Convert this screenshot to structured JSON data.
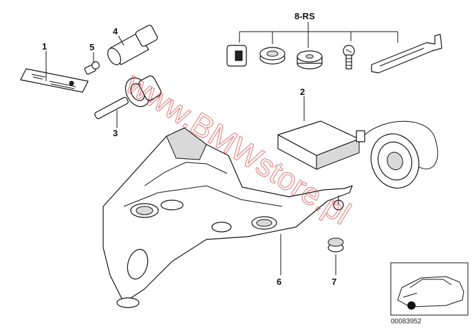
{
  "callouts": {
    "c1": "1",
    "c2": "2",
    "c3": "3",
    "c4": "4",
    "c5": "5",
    "c6": "6",
    "c7": "7",
    "c8": "8-RS"
  },
  "watermark": "www.BMWstore.pl",
  "diagram_number": "00083952",
  "colors": {
    "line": "#111111",
    "watermark": "#cc2a2a",
    "background": "#ffffff"
  }
}
